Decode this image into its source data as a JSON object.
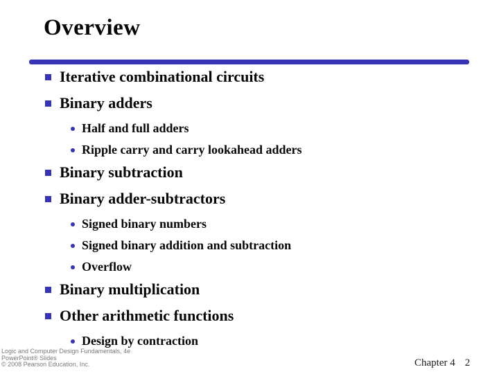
{
  "slide": {
    "title": "Overview",
    "accent_color": "#3634b4",
    "content": {
      "items": [
        {
          "level": 1,
          "text": "Iterative combinational circuits"
        },
        {
          "level": 1,
          "text": "Binary adders"
        },
        {
          "level": 2,
          "text": "Half and full adders"
        },
        {
          "level": 2,
          "text": "Ripple carry and carry lookahead adders"
        },
        {
          "level": 1,
          "text": "Binary subtraction"
        },
        {
          "level": 1,
          "text": "Binary adder-subtractors"
        },
        {
          "level": 2,
          "text": "Signed binary numbers"
        },
        {
          "level": 2,
          "text": "Signed binary addition and subtraction"
        },
        {
          "level": 2,
          "text": "Overflow"
        },
        {
          "level": 1,
          "text": "Binary multiplication"
        },
        {
          "level": 1,
          "text": "Other arithmetic functions"
        },
        {
          "level": 2,
          "text": "Design by contraction"
        }
      ]
    },
    "footer": {
      "credit_lines": [
        "Logic and Computer Design Fundamentals, 4e",
        "PowerPoint® Slides",
        "© 2008 Pearson Education, Inc."
      ],
      "chapter_label": "Chapter 4",
      "page_number": "2"
    }
  }
}
